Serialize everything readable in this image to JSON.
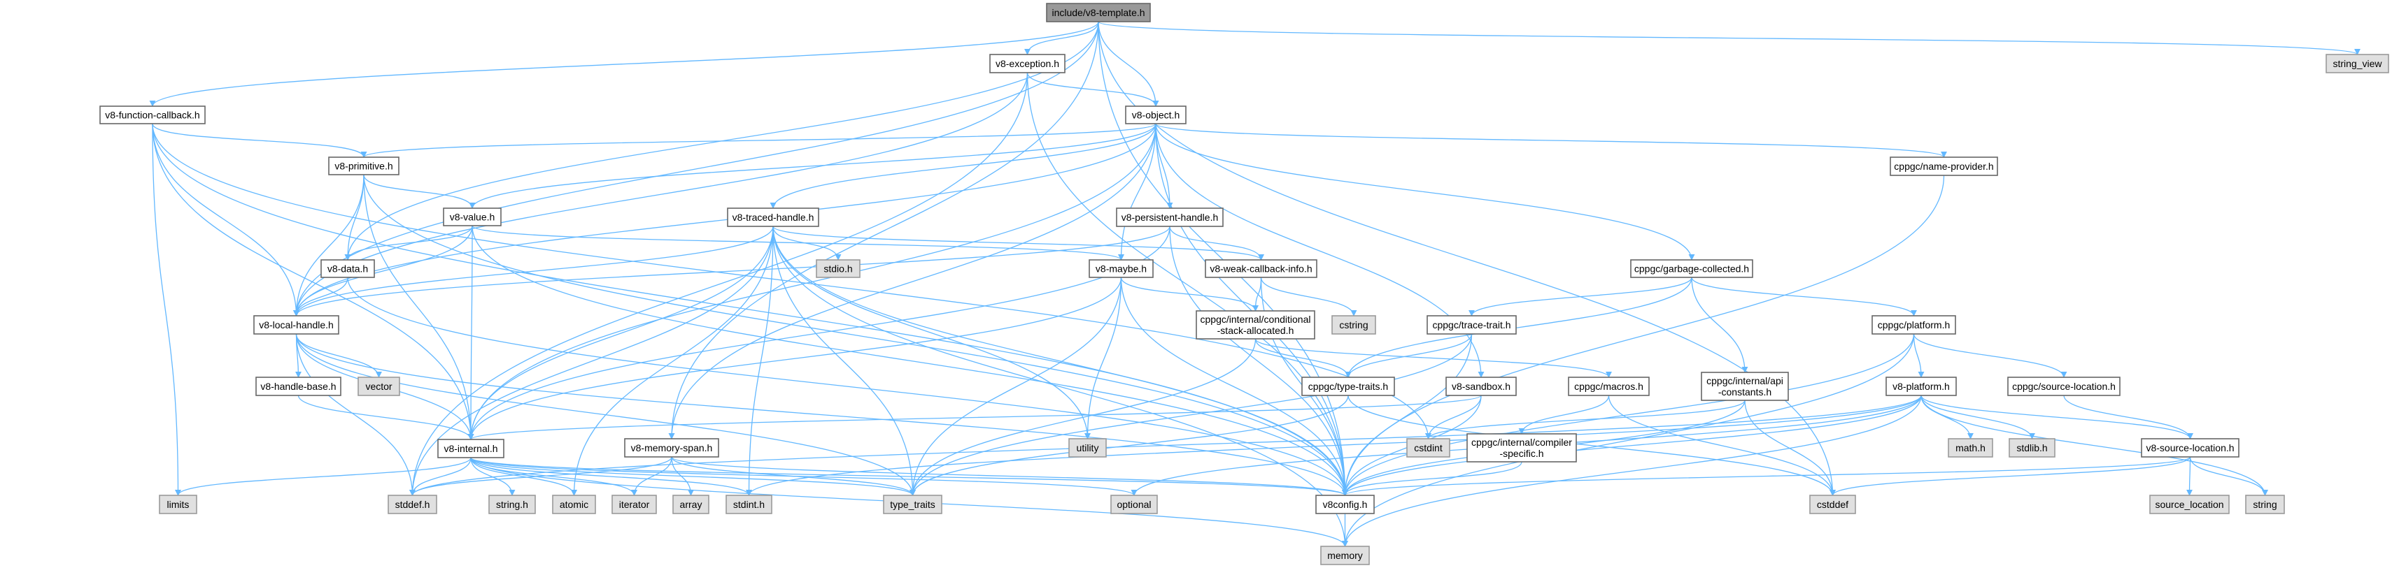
{
  "title": "include/v8-template.h",
  "colors": {
    "edge": "#63b8ff",
    "root_fill": "#999999",
    "system_fill": "#e0e0e0",
    "local_fill": "#ffffff"
  },
  "nodes": [
    {
      "id": "template",
      "kind": "root",
      "lines": [
        "include/v8-template.h"
      ]
    },
    {
      "id": "exception",
      "kind": "local",
      "lines": [
        "v8-exception.h"
      ]
    },
    {
      "id": "string_view",
      "kind": "system",
      "lines": [
        "string_view"
      ]
    },
    {
      "id": "fcb",
      "kind": "local",
      "lines": [
        "v8-function-callback.h"
      ]
    },
    {
      "id": "object",
      "kind": "local",
      "lines": [
        "v8-object.h"
      ]
    },
    {
      "id": "primitive",
      "kind": "local",
      "lines": [
        "v8-primitive.h"
      ]
    },
    {
      "id": "nameprov",
      "kind": "local",
      "lines": [
        "cppgc/name-provider.h"
      ]
    },
    {
      "id": "value",
      "kind": "local",
      "lines": [
        "v8-value.h"
      ]
    },
    {
      "id": "traced",
      "kind": "local",
      "lines": [
        "v8-traced-handle.h"
      ]
    },
    {
      "id": "persistent",
      "kind": "local",
      "lines": [
        "v8-persistent-handle.h"
      ]
    },
    {
      "id": "data",
      "kind": "local",
      "lines": [
        "v8-data.h"
      ]
    },
    {
      "id": "stdio",
      "kind": "system",
      "lines": [
        "stdio.h"
      ]
    },
    {
      "id": "maybe",
      "kind": "local",
      "lines": [
        "v8-maybe.h"
      ]
    },
    {
      "id": "weak",
      "kind": "local",
      "lines": [
        "v8-weak-callback-info.h"
      ]
    },
    {
      "id": "gc",
      "kind": "local",
      "lines": [
        "cppgc/garbage-collected.h"
      ]
    },
    {
      "id": "local",
      "kind": "local",
      "lines": [
        "v8-local-handle.h"
      ]
    },
    {
      "id": "conditional",
      "kind": "local",
      "lines": [
        "cppgc/internal/conditional",
        "-stack-allocated.h"
      ]
    },
    {
      "id": "cstring",
      "kind": "system",
      "lines": [
        "cstring"
      ]
    },
    {
      "id": "trace",
      "kind": "local",
      "lines": [
        "cppgc/trace-trait.h"
      ]
    },
    {
      "id": "cppgcplatform",
      "kind": "local",
      "lines": [
        "cppgc/platform.h"
      ]
    },
    {
      "id": "handlebase",
      "kind": "local",
      "lines": [
        "v8-handle-base.h"
      ]
    },
    {
      "id": "vector",
      "kind": "system",
      "lines": [
        "vector"
      ]
    },
    {
      "id": "typetraits",
      "kind": "local",
      "lines": [
        "cppgc/type-traits.h"
      ]
    },
    {
      "id": "sandbox",
      "kind": "local",
      "lines": [
        "v8-sandbox.h"
      ]
    },
    {
      "id": "macros",
      "kind": "local",
      "lines": [
        "cppgc/macros.h"
      ]
    },
    {
      "id": "apiconst",
      "kind": "local",
      "lines": [
        "cppgc/internal/api",
        "-constants.h"
      ]
    },
    {
      "id": "v8platform",
      "kind": "local",
      "lines": [
        "v8-platform.h"
      ]
    },
    {
      "id": "cppgcsrcloc",
      "kind": "local",
      "lines": [
        "cppgc/source-location.h"
      ]
    },
    {
      "id": "internal",
      "kind": "local",
      "lines": [
        "v8-internal.h"
      ]
    },
    {
      "id": "memspan",
      "kind": "local",
      "lines": [
        "v8-memory-span.h"
      ]
    },
    {
      "id": "utility",
      "kind": "system",
      "lines": [
        "utility"
      ]
    },
    {
      "id": "cstdint",
      "kind": "system",
      "lines": [
        "cstdint"
      ]
    },
    {
      "id": "compiler",
      "kind": "local",
      "lines": [
        "cppgc/internal/compiler",
        "-specific.h"
      ]
    },
    {
      "id": "math",
      "kind": "system",
      "lines": [
        "math.h"
      ]
    },
    {
      "id": "stdlib",
      "kind": "system",
      "lines": [
        "stdlib.h"
      ]
    },
    {
      "id": "v8srcloc",
      "kind": "local",
      "lines": [
        "v8-source-location.h"
      ]
    },
    {
      "id": "limits",
      "kind": "system",
      "lines": [
        "limits"
      ]
    },
    {
      "id": "stddef",
      "kind": "system",
      "lines": [
        "stddef.h"
      ]
    },
    {
      "id": "stringh",
      "kind": "system",
      "lines": [
        "string.h"
      ]
    },
    {
      "id": "atomic",
      "kind": "system",
      "lines": [
        "atomic"
      ]
    },
    {
      "id": "iterator",
      "kind": "system",
      "lines": [
        "iterator"
      ]
    },
    {
      "id": "array",
      "kind": "system",
      "lines": [
        "array"
      ]
    },
    {
      "id": "stdint",
      "kind": "system",
      "lines": [
        "stdint.h"
      ]
    },
    {
      "id": "type_traits",
      "kind": "system",
      "lines": [
        "type_traits"
      ]
    },
    {
      "id": "optional",
      "kind": "system",
      "lines": [
        "optional"
      ]
    },
    {
      "id": "v8config",
      "kind": "local",
      "lines": [
        "v8config.h"
      ]
    },
    {
      "id": "cstddef",
      "kind": "system",
      "lines": [
        "cstddef"
      ]
    },
    {
      "id": "source_location",
      "kind": "system",
      "lines": [
        "source_location"
      ]
    },
    {
      "id": "string",
      "kind": "system",
      "lines": [
        "string"
      ]
    },
    {
      "id": "memory",
      "kind": "system",
      "lines": [
        "memory"
      ]
    }
  ],
  "edges": [
    [
      "template",
      "cstddef"
    ],
    [
      "template",
      "string_view"
    ],
    [
      "template",
      "data"
    ],
    [
      "template",
      "exception"
    ],
    [
      "template",
      "fcb"
    ],
    [
      "template",
      "local"
    ],
    [
      "template",
      "memspan"
    ],
    [
      "template",
      "object"
    ],
    [
      "template",
      "v8config"
    ],
    [
      "exception",
      "stddef"
    ],
    [
      "exception",
      "local"
    ],
    [
      "exception",
      "object"
    ],
    [
      "exception",
      "v8config"
    ],
    [
      "fcb",
      "cstdint"
    ],
    [
      "fcb",
      "limits"
    ],
    [
      "fcb",
      "internal"
    ],
    [
      "fcb",
      "local"
    ],
    [
      "fcb",
      "primitive"
    ],
    [
      "fcb",
      "v8config"
    ],
    [
      "object",
      "gc"
    ],
    [
      "object",
      "nameprov"
    ],
    [
      "object",
      "internal"
    ],
    [
      "object",
      "local"
    ],
    [
      "object",
      "maybe"
    ],
    [
      "object",
      "memspan"
    ],
    [
      "object",
      "persistent"
    ],
    [
      "object",
      "primitive"
    ],
    [
      "object",
      "sandbox"
    ],
    [
      "object",
      "traced"
    ],
    [
      "object",
      "value"
    ],
    [
      "object",
      "v8config"
    ],
    [
      "primitive",
      "data"
    ],
    [
      "primitive",
      "internal"
    ],
    [
      "primitive",
      "local"
    ],
    [
      "primitive",
      "value"
    ],
    [
      "primitive",
      "v8config"
    ],
    [
      "value",
      "data"
    ],
    [
      "value",
      "internal"
    ],
    [
      "value",
      "local"
    ],
    [
      "value",
      "maybe"
    ],
    [
      "value",
      "v8config"
    ],
    [
      "data",
      "local"
    ],
    [
      "data",
      "v8config"
    ],
    [
      "local",
      "stddef"
    ],
    [
      "local",
      "type_traits"
    ],
    [
      "local",
      "vector"
    ],
    [
      "local",
      "handlebase"
    ],
    [
      "local",
      "internal"
    ],
    [
      "local",
      "v8config"
    ],
    [
      "handlebase",
      "internal"
    ],
    [
      "internal",
      "stddef"
    ],
    [
      "internal",
      "stdint"
    ],
    [
      "internal",
      "stringh"
    ],
    [
      "internal",
      "atomic"
    ],
    [
      "internal",
      "iterator"
    ],
    [
      "internal",
      "limits"
    ],
    [
      "internal",
      "memory"
    ],
    [
      "internal",
      "optional"
    ],
    [
      "internal",
      "type_traits"
    ],
    [
      "internal",
      "v8config"
    ],
    [
      "traced",
      "stddef"
    ],
    [
      "traced",
      "stdint"
    ],
    [
      "traced",
      "stdio"
    ],
    [
      "traced",
      "atomic"
    ],
    [
      "traced",
      "memory"
    ],
    [
      "traced",
      "type_traits"
    ],
    [
      "traced",
      "utility"
    ],
    [
      "traced",
      "internal"
    ],
    [
      "traced",
      "local"
    ],
    [
      "traced",
      "weak"
    ],
    [
      "traced",
      "v8config"
    ],
    [
      "persistent",
      "internal"
    ],
    [
      "persistent",
      "local"
    ],
    [
      "persistent",
      "weak"
    ],
    [
      "persistent",
      "v8config"
    ],
    [
      "weak",
      "cstring"
    ],
    [
      "weak",
      "conditional"
    ],
    [
      "weak",
      "v8config"
    ],
    [
      "maybe",
      "type_traits"
    ],
    [
      "maybe",
      "utility"
    ],
    [
      "maybe",
      "conditional"
    ],
    [
      "maybe",
      "internal"
    ],
    [
      "maybe",
      "v8config"
    ],
    [
      "conditional",
      "type_traits"
    ],
    [
      "conditional",
      "macros"
    ],
    [
      "conditional",
      "typetraits"
    ],
    [
      "typetraits",
      "cstddef"
    ],
    [
      "typetraits",
      "type_traits"
    ],
    [
      "macros",
      "cstddef"
    ],
    [
      "macros",
      "compiler"
    ],
    [
      "compiler",
      "v8config"
    ],
    [
      "memspan",
      "stddef"
    ],
    [
      "memspan",
      "array"
    ],
    [
      "memspan",
      "iterator"
    ],
    [
      "memspan",
      "type_traits"
    ],
    [
      "memspan",
      "v8config"
    ],
    [
      "sandbox",
      "cstdint"
    ],
    [
      "sandbox",
      "internal"
    ],
    [
      "sandbox",
      "v8config"
    ],
    [
      "gc",
      "apiconst"
    ],
    [
      "gc",
      "cppgcplatform"
    ],
    [
      "gc",
      "trace"
    ],
    [
      "gc",
      "typetraits"
    ],
    [
      "trace",
      "type_traits"
    ],
    [
      "trace",
      "typetraits"
    ],
    [
      "trace",
      "v8config"
    ],
    [
      "cppgcplatform",
      "memory"
    ],
    [
      "cppgcplatform",
      "cppgcsrcloc"
    ],
    [
      "cppgcplatform",
      "v8platform"
    ],
    [
      "cppgcplatform",
      "v8config"
    ],
    [
      "cppgcsrcloc",
      "v8srcloc"
    ],
    [
      "v8platform",
      "math"
    ],
    [
      "v8platform",
      "stddef"
    ],
    [
      "v8platform",
      "stdint"
    ],
    [
      "v8platform",
      "stdlib"
    ],
    [
      "v8platform",
      "memory"
    ],
    [
      "v8platform",
      "optional"
    ],
    [
      "v8platform",
      "string"
    ],
    [
      "v8platform",
      "v8srcloc"
    ],
    [
      "v8platform",
      "v8config"
    ],
    [
      "v8srcloc",
      "cstddef"
    ],
    [
      "v8srcloc",
      "source_location"
    ],
    [
      "v8srcloc",
      "string"
    ],
    [
      "v8srcloc",
      "v8config"
    ],
    [
      "apiconst",
      "cstddef"
    ],
    [
      "apiconst",
      "cstdint"
    ],
    [
      "apiconst",
      "v8config"
    ],
    [
      "nameprov",
      "v8config"
    ],
    [
      "v8config",
      "memory"
    ]
  ]
}
